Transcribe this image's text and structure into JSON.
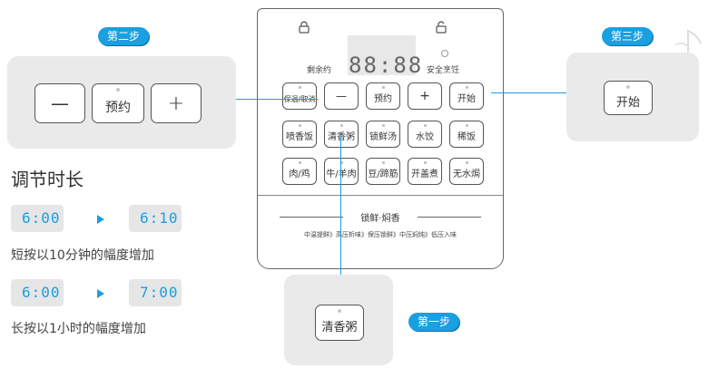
{
  "steps": {
    "step1": "第一步",
    "step2": "第二步",
    "step3": "第三步"
  },
  "left_card": {
    "minus": "—",
    "reserve": "预约",
    "plus": "+"
  },
  "adjust": {
    "title": "调节时长",
    "row1": {
      "from": "6:00",
      "to": "6:10",
      "note": "短按以10分钟的幅度增加"
    },
    "row2": {
      "from": "6:00",
      "to": "7:00",
      "note": "长按以1小时的幅度增加"
    }
  },
  "right_card": {
    "start": "开始"
  },
  "bottom_card": {
    "qingxiang": "清香粥"
  },
  "panel": {
    "display": "88:88",
    "remaining_label": "剩余约",
    "safe_label": "安全烹饪",
    "row1": [
      "保温/取消",
      "—",
      "预约",
      "+",
      "开始"
    ],
    "row2": [
      "喷香饭",
      "清香粥",
      "锁鲜汤",
      "水饺",
      "稀饭"
    ],
    "row3": [
      "肉/鸡",
      "牛/羊肉",
      "豆/蹄筋",
      "开盖煮",
      "无水焗"
    ],
    "feature_title": "锁鲜·焖香",
    "feature_sub": "中温提鲜》高压析味》保压锁鲜》中压焖炖》低压入味"
  },
  "colors": {
    "accent": "#1a9fe0",
    "card": "#eaeaea"
  }
}
